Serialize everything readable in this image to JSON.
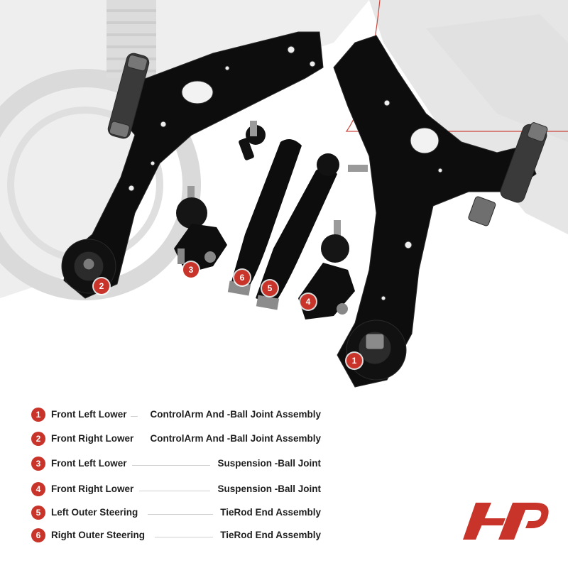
{
  "callouts": [
    {
      "id": "1"
    },
    {
      "id": "2"
    },
    {
      "id": "3"
    },
    {
      "id": "4"
    },
    {
      "id": "5"
    },
    {
      "id": "6"
    }
  ],
  "legend": [
    {
      "num": "1",
      "left": "Front Left Lower",
      "right": "ControlArm And -Ball Joint Assembly"
    },
    {
      "num": "2",
      "left": "Front Right Lower",
      "right": "ControlArm And -Ball Joint Assembly"
    },
    {
      "num": "3",
      "left": "Front Left Lower",
      "right": "Suspension -Ball Joint"
    },
    {
      "num": "4",
      "left": "Front Right Lower",
      "right": "Suspension -Ball Joint"
    },
    {
      "num": "5",
      "left": "Left Outer Steering",
      "right": "TieRod End Assembly"
    },
    {
      "num": "6",
      "left": "Right Outer Steering",
      "right": "TieRod End Assembly"
    }
  ],
  "colors": {
    "accent": "#c8342a",
    "part": "#0d0d0d",
    "background_photo": "#e6e6e6"
  },
  "logo": {
    "icon": "brand-logo-icon"
  }
}
